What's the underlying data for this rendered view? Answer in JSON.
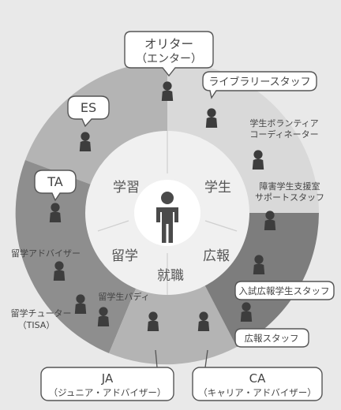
{
  "center": {
    "icon": "person-icon"
  },
  "inner_sections": {
    "study": "学習",
    "student": "学生",
    "study_abroad": "留学",
    "pr": "広報",
    "employment": "就職"
  },
  "labels": {
    "orientor_line1": "オリター",
    "orientor_line2": "（エンター）",
    "es": "ES",
    "ta": "TA",
    "library_staff": "ライブラリースタッフ",
    "volunteer_line1": "学生ボランティア",
    "volunteer_line2": "コーディネーター",
    "disability_line1": "障害学生支援室",
    "disability_line2": "サポートスタッフ",
    "abroad_advisor": "留学アドバイザー",
    "abroad_buddy": "留学生バディ",
    "tutor_line1": "留学チューター",
    "tutor_line2": "（TISA）",
    "admission_staff": "入試広報学生スタッフ",
    "pr_staff": "広報スタッフ",
    "ja_line1": "JA",
    "ja_line2": "（ジュニア・アドバイザー）",
    "ca_line1": "CA",
    "ca_line2": "（キャリア・アドバイザー）"
  },
  "colors": {
    "background": "#e9e9e9",
    "outer_light": "#d9d9d9",
    "outer_mid": "#b4b4b4",
    "outer_dark": "#8e8e8e",
    "outer_darkest": "#7d7d7d",
    "inner_ring": "#f0f0f0",
    "figure": "#3d3d3d",
    "callout_border": "#555555"
  }
}
